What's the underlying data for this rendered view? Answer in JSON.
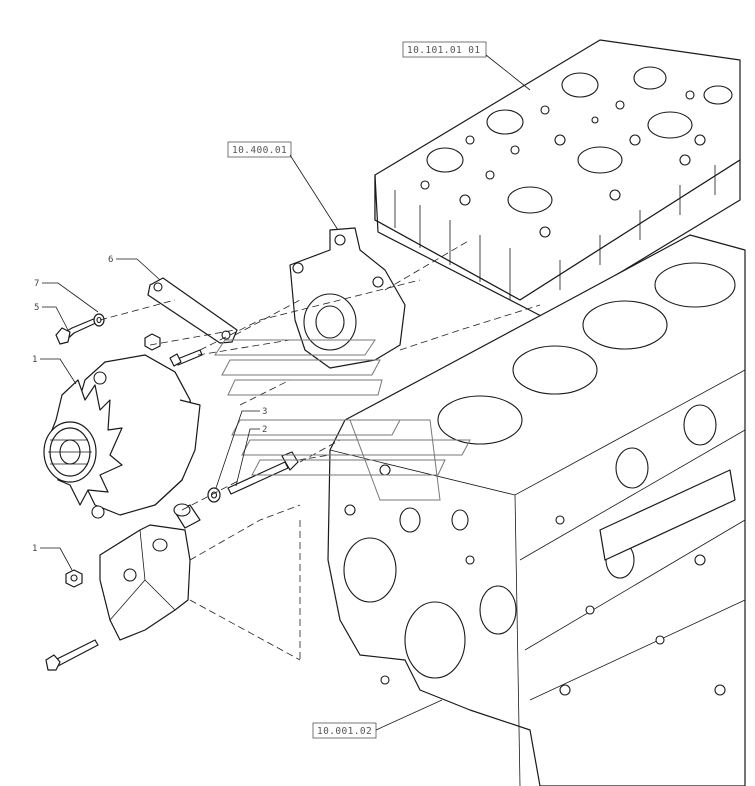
{
  "references": {
    "cylinder_head": "10.101.01 01",
    "water_pump": "10.400.01",
    "engine_block": "10.001.02"
  },
  "callouts": {
    "alternator": "1",
    "nut": "1",
    "bolt_long": "2",
    "washer": "3",
    "strap": "6",
    "bolt_short": "7",
    "washer_small": "5"
  }
}
